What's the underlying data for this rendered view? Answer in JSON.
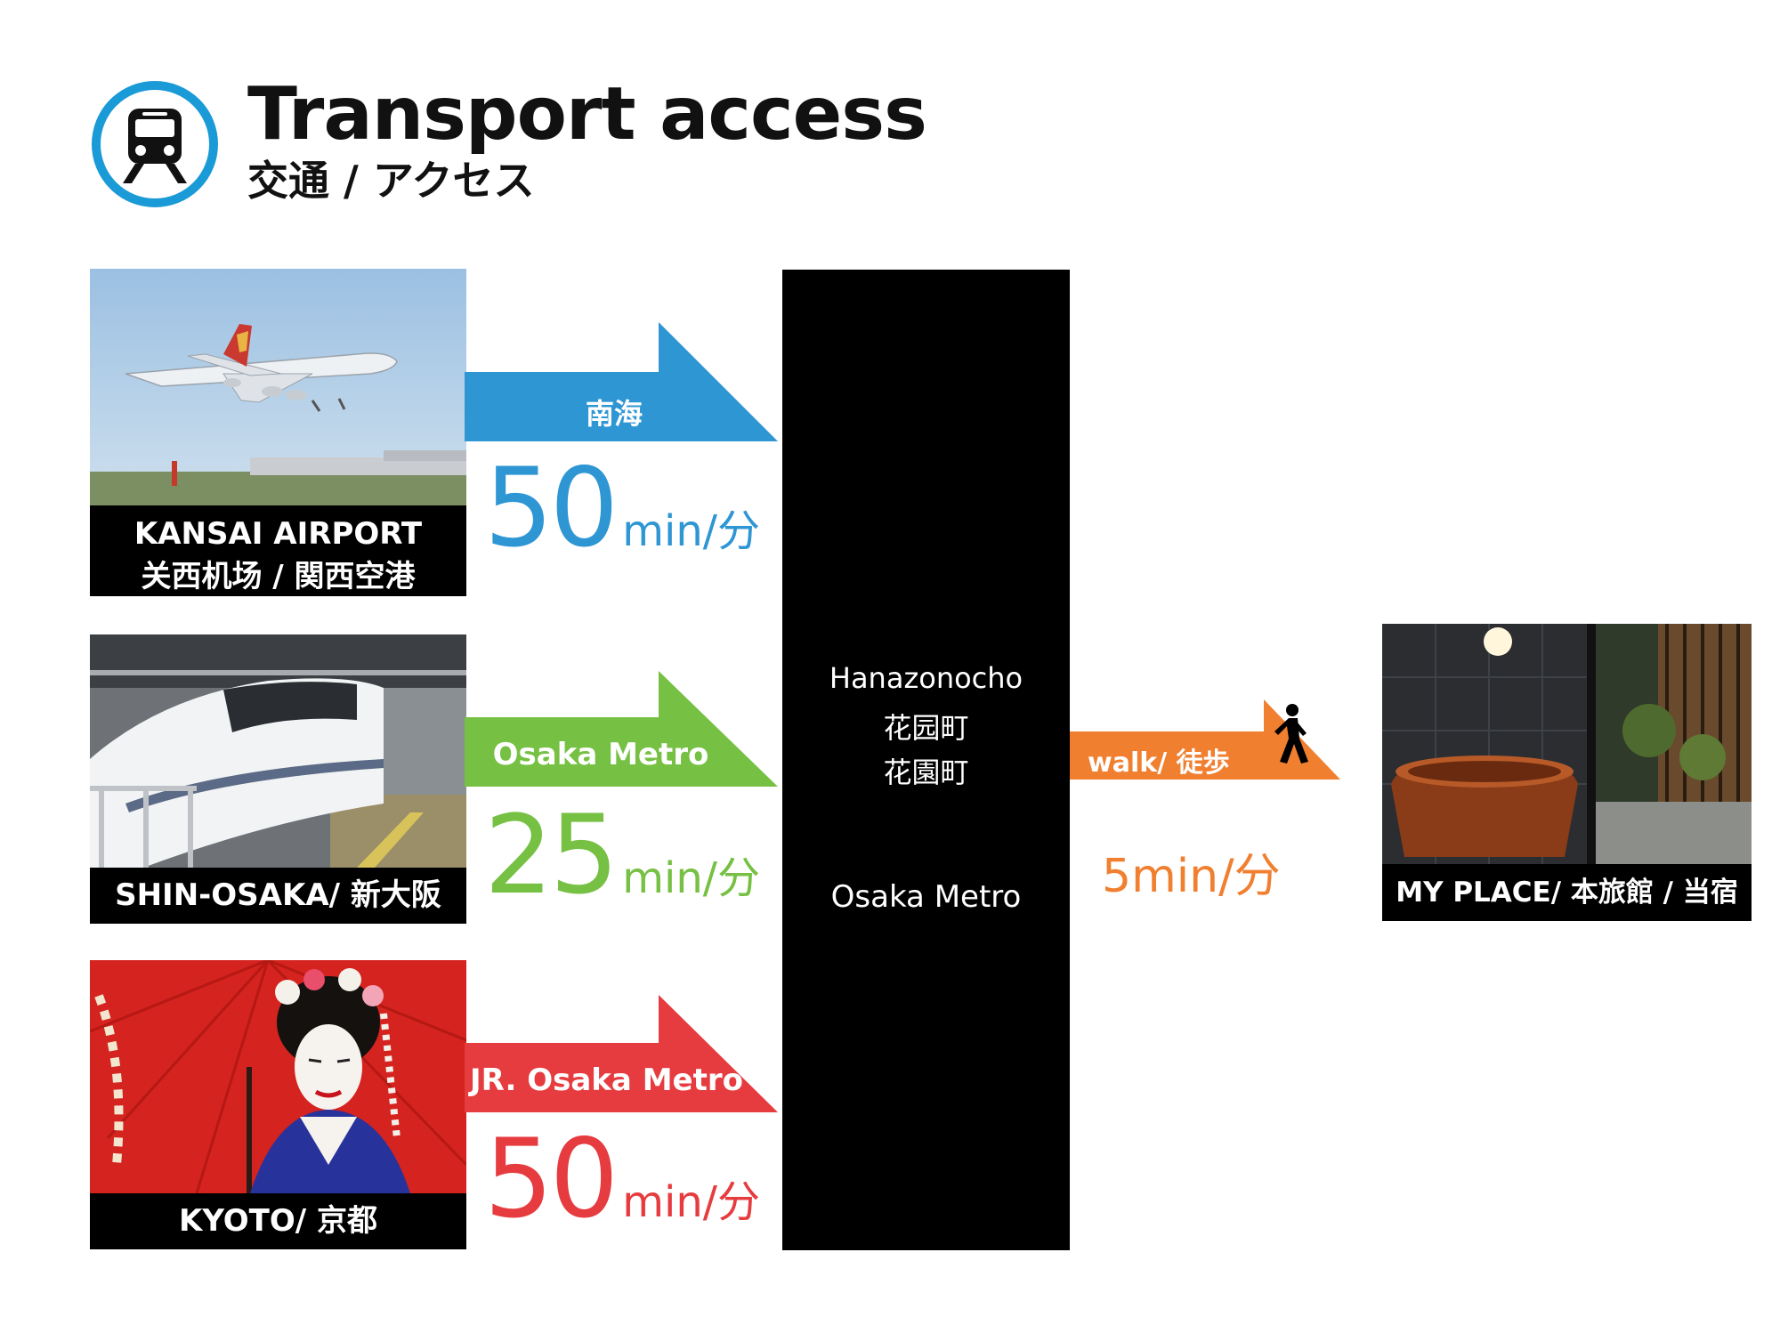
{
  "header": {
    "title": "Transport access",
    "subtitle": "交通 / アクセス",
    "icon": "train-icon",
    "accent": "#1a9ad6"
  },
  "origins": [
    {
      "name_en": "KANSAI AIRPORT",
      "name_local": "关西机场 / 関西空港",
      "image": "airplane-photo",
      "line": "南海",
      "duration": "50",
      "unit": "min/分",
      "color": "#2f96d4"
    },
    {
      "name_en": "SHIN-OSAKA/ 新大阪",
      "image": "bullet-train-photo",
      "line": "Osaka Metro",
      "duration": "25",
      "unit": "min/分",
      "color": "#76c043"
    },
    {
      "name_en": "KYOTO/ 京都",
      "image": "geisha-photo",
      "line": "JR. Osaka Metro",
      "duration": "50",
      "unit": "min/分",
      "color": "#e63c3f"
    }
  ],
  "hub": {
    "name_en": "Hanazonocho",
    "name_cn": "花园町",
    "name_jp": "花園町",
    "line": "Osaka Metro"
  },
  "walk": {
    "label": "walk/ 徒歩",
    "duration": "5min/分",
    "color": "#f07f30",
    "icon": "pedestrian-icon"
  },
  "destination": {
    "label": "MY PLACE/ 本旅館 / 当宿",
    "image": "hotel-bath-photo"
  }
}
